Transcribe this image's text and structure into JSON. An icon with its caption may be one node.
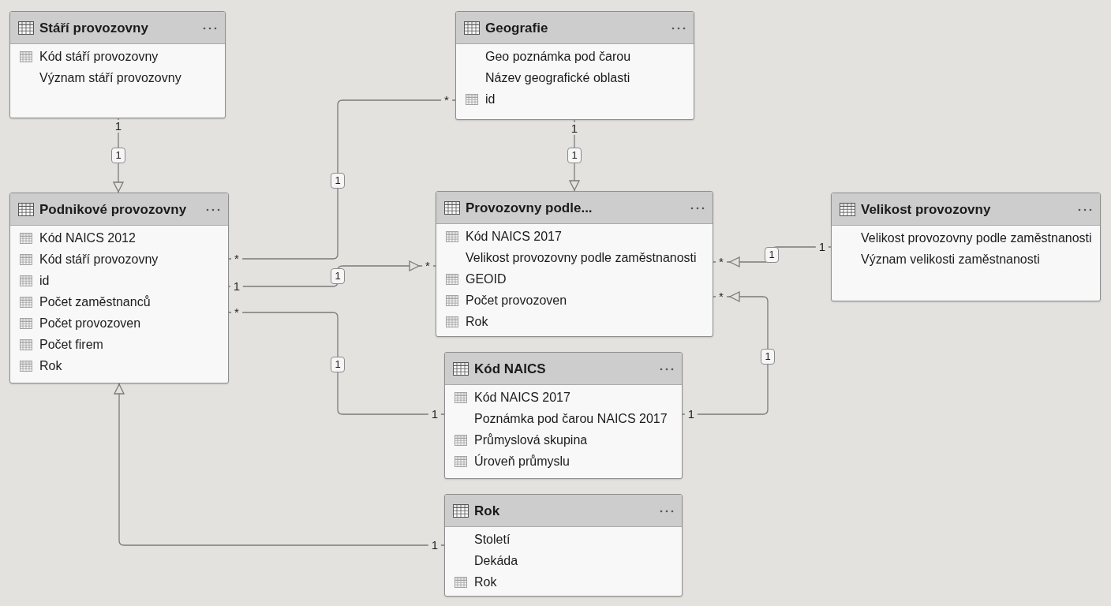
{
  "diagram": {
    "nodes": [
      {
        "text": [
          "Stáří provozovny",
          "Kód stáří provozovny",
          "Význam stáří provozovny"
        ]
      },
      {
        "text": [
          "Geografie",
          "Geo poznámka pod čarou",
          "Název geografické oblasti",
          "id"
        ]
      },
      {
        "text": [
          "Podnikové provozovny",
          "Kód NAICS 2012",
          "Kód stáří provozovny",
          "id",
          "Počet zaměstnanců",
          "Počet provozoven",
          "Počet firem",
          "Rok"
        ]
      },
      {
        "text": [
          "Provozovny podle...",
          "Kód NAICS 2017",
          "Velikost provozovny podle zaměstnanosti",
          "GEOID",
          "Počet provozoven",
          "Rok"
        ]
      },
      {
        "text": [
          "Velikost provozovny",
          "Velikost provozovny podle zaměstnanosti",
          "Význam velikosti zaměstnanosti"
        ]
      },
      {
        "text": [
          "Kód NAICS",
          "Kód NAICS 2017",
          "Poznámka pod čarou NAICS 2017",
          "Průmyslová skupina",
          "Úroveň průmyslu"
        ]
      },
      {
        "text": [
          "Rok",
          "Století",
          "Dekáda",
          "Rok"
        ]
      }
    ],
    "edges": [
      {
        "from": 0,
        "to": 2,
        "arrow": "to",
        "label": "1"
      },
      {
        "from": 2,
        "to": 1,
        "arrow": "none",
        "label": "1"
      },
      {
        "from": 1,
        "to": 3,
        "arrow": "to",
        "label": "1"
      },
      {
        "from": 2,
        "to": 3,
        "arrow": "to",
        "label": "1"
      },
      {
        "from": 2,
        "to": 5,
        "arrow": "none",
        "label": "1"
      },
      {
        "from": 4,
        "to": 3,
        "arrow": "to",
        "label": "1"
      },
      {
        "from": 5,
        "to": 3,
        "arrow": "to",
        "label": "1"
      },
      {
        "from": 6,
        "to": 2,
        "arrow": "to"
      }
    ],
    "labels": [
      "*",
      "1",
      "1",
      "1",
      "*",
      "*",
      "*",
      "1",
      "*",
      "*",
      "1",
      "1",
      "1"
    ]
  }
}
